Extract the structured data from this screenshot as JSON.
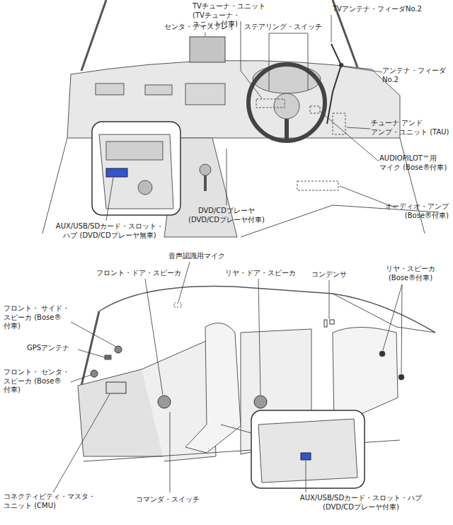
{
  "diagram": {
    "labels": [
      "TVチューナ・ユニット (TVチューナ・ユニット付車)",
      "センタ・ディスプレイ",
      "ステアリング・スイッチ",
      "TVアンテナ・フィーダNo.2",
      "アンテナ・フィーダ No.2",
      "チューナ アンド アンプ・ユニット (TAU)",
      "AUDIOPILOT™用 マイク (Bose®付車)",
      "オーディオ・アンプ (Bose®付車)",
      "DVD/CDプレーヤ (DVD/CDプレーヤ付車)",
      "AUX/USB/SDカード・スロット・ハブ (DVD/CDプレーヤ無車)",
      "音声認識用マイク",
      "フロント・ドア・スピーカ",
      "リヤ・ドア・スピーカ",
      "コンデンサ",
      "リヤ・スピーカ (Bose®付車)",
      "フロント・ サイド・スピーカ (Bose®付車)",
      "GPSアンテナ",
      "フロント・ センタ・スピーカ (Bose®付車)",
      "コネクティビティ・マスタ・ ユニット (CMU)",
      "コマンダ・スイッチ",
      "AUX/USB/SDカード・スロット・ハブ (DVD/CDプレーヤ付車)"
    ]
  }
}
